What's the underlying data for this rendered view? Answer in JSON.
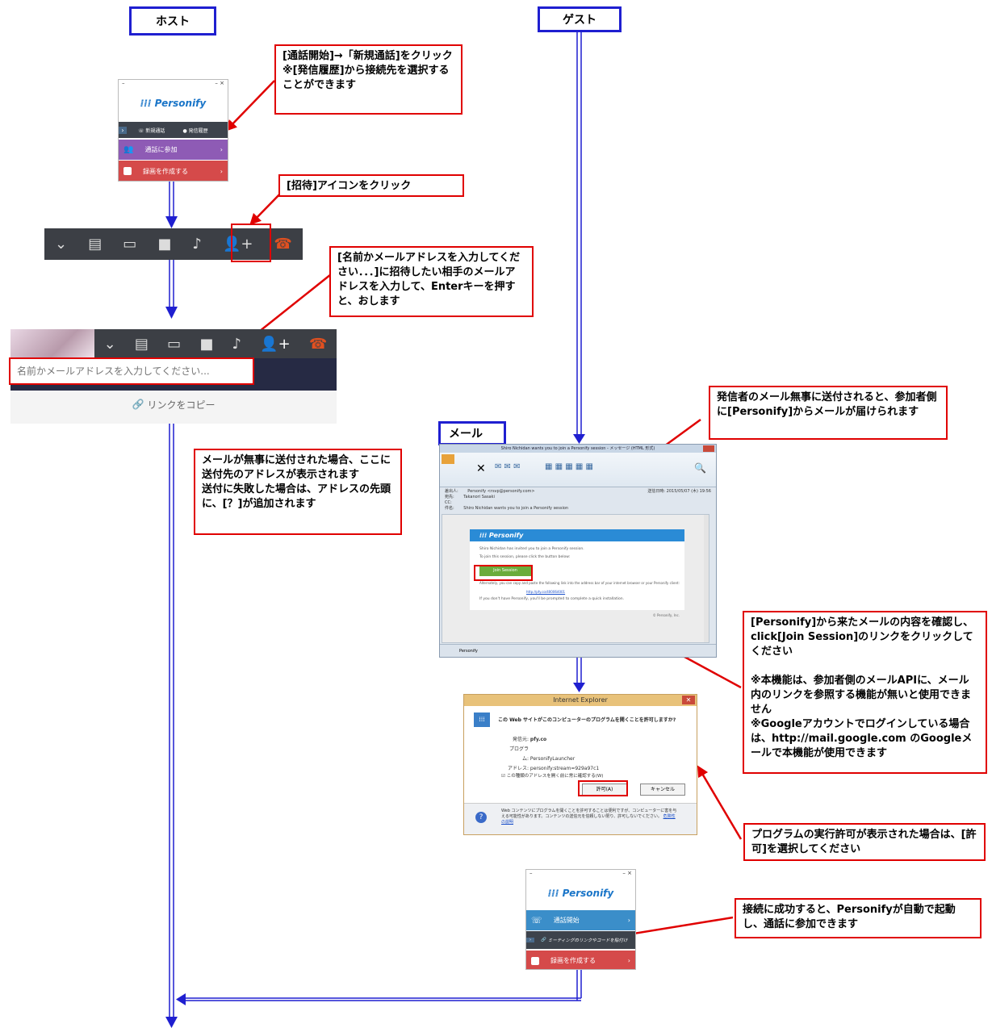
{
  "lanes": {
    "host": "ホスト",
    "guest": "ゲスト",
    "mail": "メール"
  },
  "callouts": {
    "c1": "[通話開始]→「新規通話]をクリック\n※[発信履歴]から接続先を選択することができます",
    "c2": "[招待]アイコンをクリック",
    "c3": "[名前かメールアドレスを入力してください．．．]に招待したい相手のメールアドレスを入力して、Enterキーを押すと、おします",
    "c4": "メールが無事に送付された場合、ここに送付先のアドレスが表示されます\n送付に失敗した場合は、アドレスの先頭に、[？]が追加されます",
    "c5": "発信者のメール無事に送付されると、参加者側に[Personify]からメールが届けられます",
    "c6": "[Personify]から来たメールの内容を確認し、click[Join Session]のリンクをクリックしてください\n\n※本機能は、参加者側のメールAPIに、メール内のリンクを参照する機能が無いと使用できません\n※Googleアカウントでログインしている場合は、http://mail.google.com のGoogleメールで本機能が使用できます",
    "c7": "プログラムの実行許可が表示された場合は、[許可]を選択してください",
    "c8": "接続に成功すると、Personifyが自動で起動し、通話に参加できます"
  },
  "app1": {
    "logo": "Personify",
    "tab_new_call": "新規通話",
    "tab_history": "発信履歴",
    "join": "通話に参加",
    "record": "録画を作成する"
  },
  "invite": {
    "placeholder": "名前かメールアドレスを入力してください...",
    "copy_link": "リンクをコピー"
  },
  "email": {
    "title": "Shiro Nichidan wants you to join a Personify session - メッセージ (HTML 形式)",
    "from_label": "差出人:",
    "from": "Personify <rsvp@personify.com>",
    "to_label": "宛先:",
    "to": "Takanori Sasaki",
    "cc_label": "CC:",
    "subject_label": "件名:",
    "subject": "Shiro Nichidan wants you to join a Personify session",
    "date": "送信日時: 2015/05/07 (木) 19:56",
    "logo": "Personify",
    "line1": "Shiro Nichidan has invited you to join a Personify session.",
    "line2": "To join this session, please click the button below:",
    "button": "Join Session",
    "line3": "Alternately, you can copy and paste the following link into the address bar of your internet browser or your Personify client:",
    "link": "http://pfy.co/400064001",
    "line4": "If you don't have Personify, you'll be prompted to complete a quick installation.",
    "footer": "© Personify, Inc.",
    "status": "Personify"
  },
  "ie": {
    "title": "Internet Explorer",
    "question": "この Web サイトがこのコンピューターのプログラムを開くことを許可しますか?",
    "sender_label": "発信元:",
    "sender": "pfy.co",
    "program_label": "プログラム:",
    "program": "PersonifyLauncher",
    "address_label": "アドレス:",
    "address": "personify:stream=929a97c1",
    "checkbox": "この種類のアドレスを開く前に常に確認する(W)",
    "allow": "許可(A)",
    "cancel": "キャンセル",
    "note": "Web コンテンツにプログラムを開くことを許可することは便利ですが、コンピューターに害を与える可能性があります。コンテンツの送信元を信頼しない限り、許可しないでください。",
    "risk_link": "危険性の説明"
  },
  "app2": {
    "logo": "Personify",
    "start_call": "通話開始",
    "meeting_code": "ミーティングのリンクやコードを貼付け",
    "record": "録画を作成する"
  },
  "colors": {
    "lane_border": "#1f1fd0",
    "callout_border": "#e00000",
    "purple": "#8e5bb5",
    "red_row": "#d54a4a",
    "blue_row": "#3b8ec9",
    "green_btn": "#6aac3b"
  }
}
